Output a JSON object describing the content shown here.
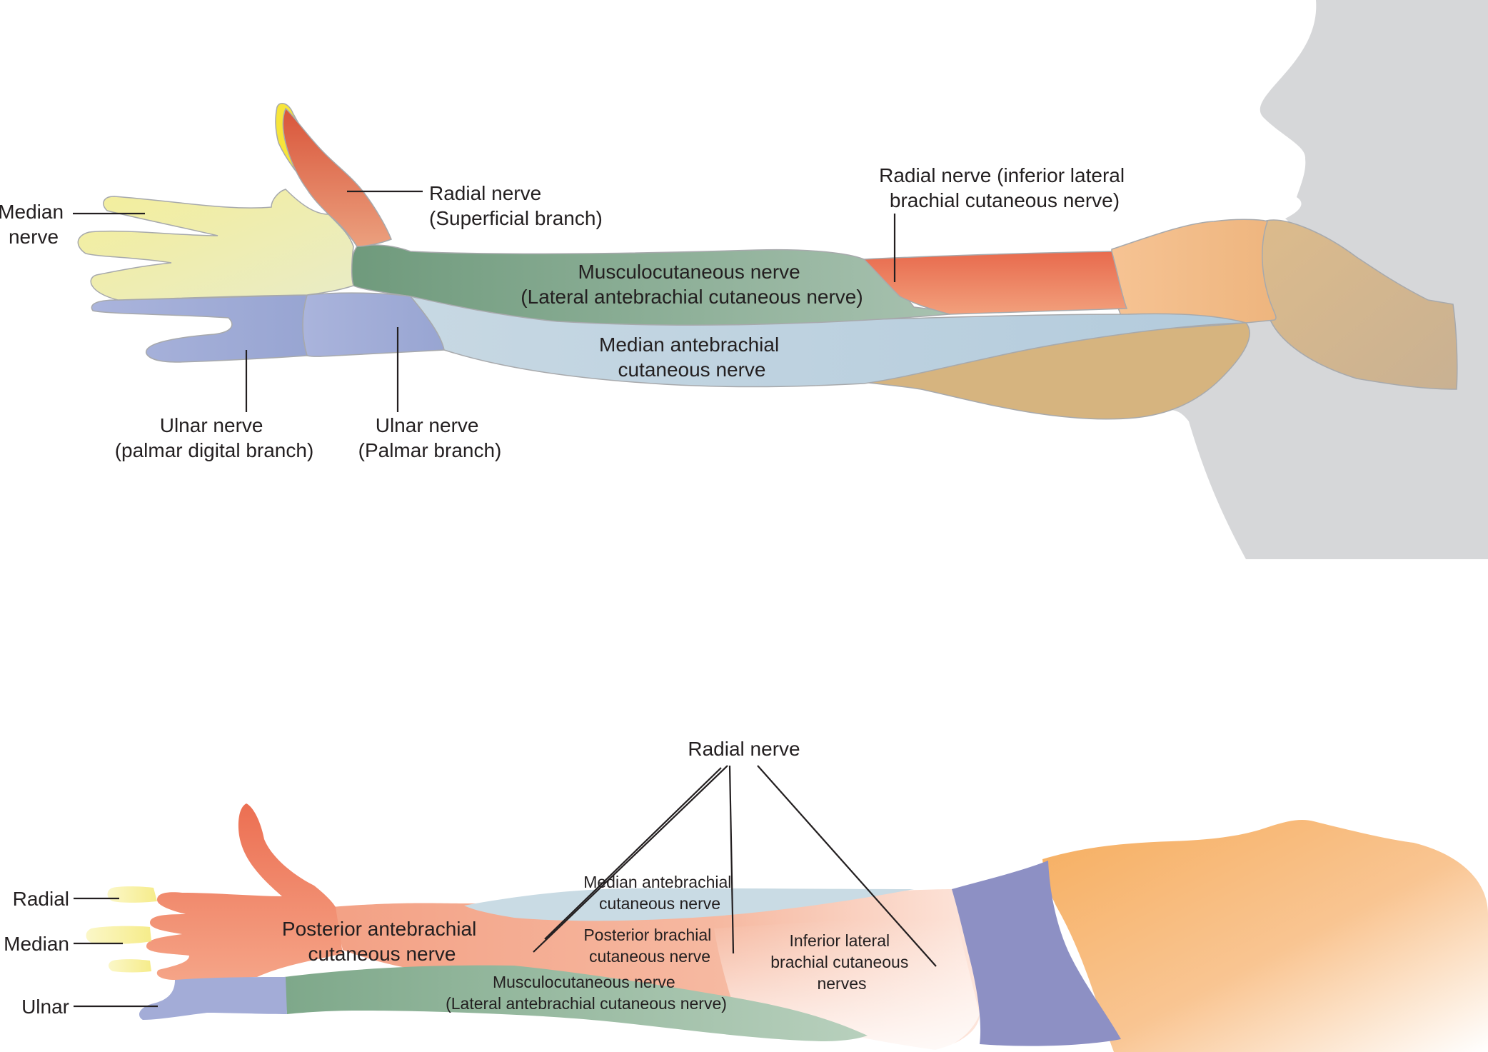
{
  "colors": {
    "median_yellow": "#f4ee9a",
    "median_strong_yellow": "#f7e43a",
    "radial_red": "#e36a50",
    "radial_red_dark": "#d9553a",
    "musculocutaneous_green": "#7fa58a",
    "ulnar_blue": "#9ea9d6",
    "median_antebrachial_blue": "#b8cfdf",
    "arm_orange": "#f0b37b",
    "arm_tan": "#d8b47e",
    "body_gray": "#d6d7d9",
    "posterior_salmon": "#f4a58a",
    "dorsal_band_purple": "#8c8fc4",
    "leader_line": "#231f20"
  },
  "anterior_view": {
    "median_nerve": [
      "Median",
      "nerve"
    ],
    "radial_superficial": [
      "Radial nerve",
      "(Superficial branch)"
    ],
    "radial_inferior_lateral": [
      "Radial nerve (inferior lateral",
      "brachial cutaneous nerve)"
    ],
    "musculocutaneous": [
      "Musculocutaneous nerve",
      "(Lateral antebrachial cutaneous nerve)"
    ],
    "median_antebrachial": [
      "Median antebrachial",
      "cutaneous nerve"
    ],
    "ulnar_palmar_digital": [
      "Ulnar nerve",
      "(palmar digital branch)"
    ],
    "ulnar_palmar": [
      "Ulnar nerve",
      "(Palmar branch)"
    ]
  },
  "posterior_view": {
    "radial_nerve": "Radial nerve",
    "radial_finger": "Radial",
    "median_finger": "Median",
    "ulnar_finger": "Ulnar",
    "posterior_antebrachial": [
      "Posterior antebrachial",
      "cutaneous nerve"
    ],
    "median_antebrachial": [
      "Median antebrachial",
      "cutaneous nerve"
    ],
    "posterior_brachial": [
      "Posterior brachial",
      "cutaneous nerve"
    ],
    "inferior_lateral_brachial": [
      "Inferior lateral",
      "brachial cutaneous",
      "nerves"
    ],
    "musculocutaneous": [
      "Musculocutaneous nerve",
      "(Lateral antebrachial cutaneous nerve)"
    ]
  }
}
